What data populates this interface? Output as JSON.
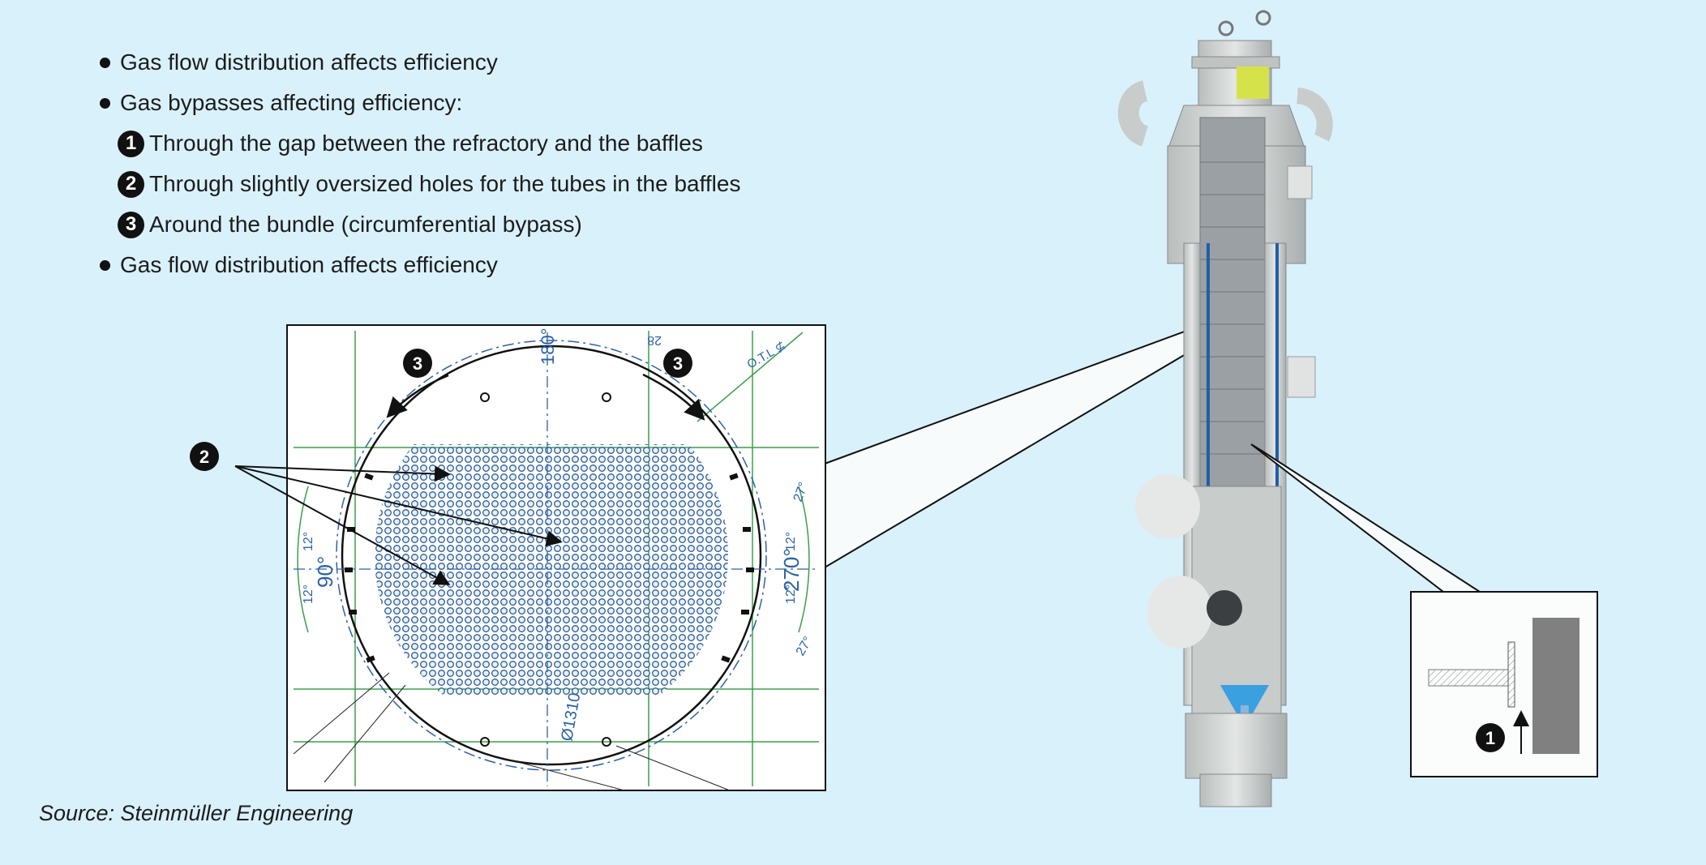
{
  "bullets": [
    {
      "type": "bullet",
      "text": "Gas flow distribution affects efficiency"
    },
    {
      "type": "bullet",
      "text": "Gas bypasses affecting efficiency:"
    },
    {
      "type": "numbered",
      "num": "1",
      "text": "Through the gap between the refractory and the baffles"
    },
    {
      "type": "numbered",
      "num": "2",
      "text": "Through slightly oversized holes for the tubes in the baffles"
    },
    {
      "type": "numbered",
      "num": "3",
      "text": "Around the bundle (circumferential bypass)"
    },
    {
      "type": "bullet",
      "text": "Gas flow distribution affects efficiency"
    }
  ],
  "source": "Source: Steinmüller Engineering",
  "callouts": {
    "one": "1",
    "two": "2",
    "three": "3"
  },
  "drawing_labels": {
    "top": "180°",
    "left": "90°",
    "right": "270°",
    "bottom": "Ø1310",
    "angle_12": "12°",
    "angle_27": "27°",
    "otl": "O.T.L ⊈",
    "dim_28": "28"
  },
  "colors": {
    "background": "#d9f1fb",
    "drawing_green": "#2e9a3c",
    "drawing_blue": "#2a62a8",
    "vessel": "#cfd3d2"
  }
}
